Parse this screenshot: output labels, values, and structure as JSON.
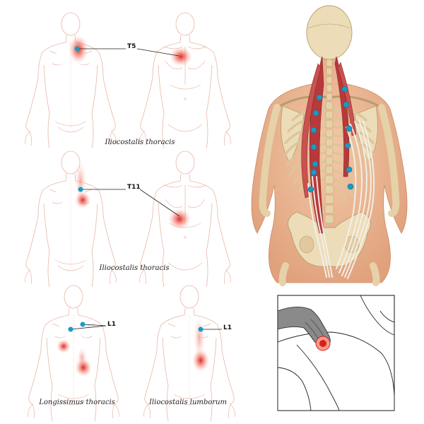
{
  "captions": {
    "row1": "Iliocostalis thoracis",
    "row2": "Iliocostalis thoracis",
    "row3_left": "Longissimus thoracis",
    "row3_right": "Iliocostalis lumborum"
  },
  "labels": {
    "t5": "T5",
    "t11": "T11",
    "l1_left": "L1",
    "l1_right": "L1"
  },
  "colors": {
    "outline": "#e8b6a6",
    "trigger_point": "#1a9bc4",
    "pain_red": "#e8322c",
    "skin": "#e9b892",
    "bone": "#ecdcb8",
    "muscle": "#b8393a"
  }
}
